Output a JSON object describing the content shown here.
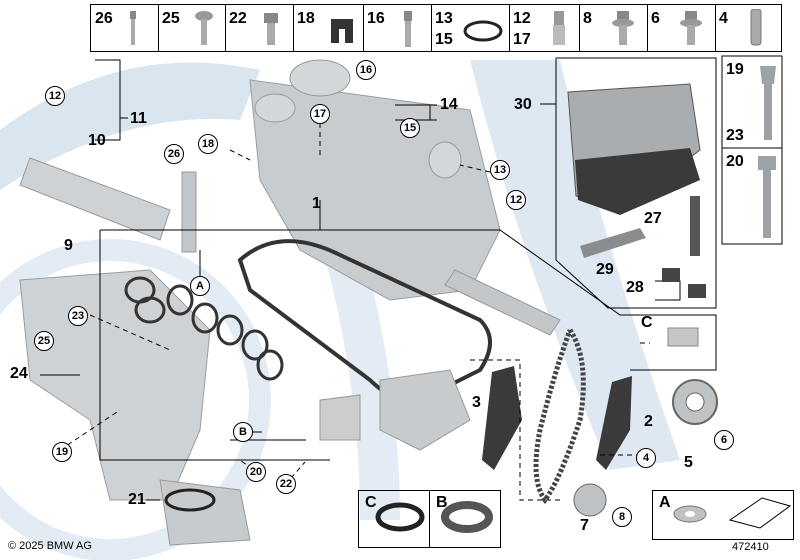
{
  "parts_strip": [
    {
      "top": "26",
      "icon": "short-bolt-icon"
    },
    {
      "top": "25",
      "icon": "torx-screw-icon"
    },
    {
      "top": "22",
      "icon": "hex-bolt-icon"
    },
    {
      "top": "18",
      "icon": "rubber-mount-icon"
    },
    {
      "top": "16",
      "icon": "stud-bolt-icon"
    },
    {
      "top": "13",
      "bottom": "15",
      "icon": "o-ring-icon"
    },
    {
      "top": "12",
      "bottom": "17",
      "icon": "spacer-sleeve-icon"
    },
    {
      "top": "8",
      "icon": "flange-bolt-icon"
    },
    {
      "top": "6",
      "icon": "flange-bolt-icon"
    },
    {
      "top": "4",
      "icon": "dowel-pin-icon"
    }
  ],
  "side_parts": [
    {
      "label": "19",
      "sub": "23",
      "icon": "long-flange-bolt-icon"
    },
    {
      "label": "20",
      "icon": "long-hex-bolt-icon"
    }
  ],
  "plain_labels": [
    "11",
    "10",
    "9",
    "24",
    "21",
    "14",
    "1",
    "3",
    "2",
    "5",
    "7",
    "30",
    "27",
    "29",
    "28"
  ],
  "circled_labels": [
    "12",
    "26",
    "18",
    "17",
    "16",
    "15",
    "13",
    "12",
    "23",
    "25",
    "19",
    "20",
    "22",
    "6",
    "4",
    "8",
    "A",
    "B",
    "C"
  ],
  "legend_boxes": [
    {
      "label": "C",
      "item": "large-seal-ring-icon"
    },
    {
      "label": "B",
      "item": "thick-seal-ring-icon"
    },
    {
      "label": "A",
      "item": "washer-icon"
    }
  ],
  "footer": {
    "copyright": "© 2025 BMW AG",
    "reference": "472410"
  }
}
